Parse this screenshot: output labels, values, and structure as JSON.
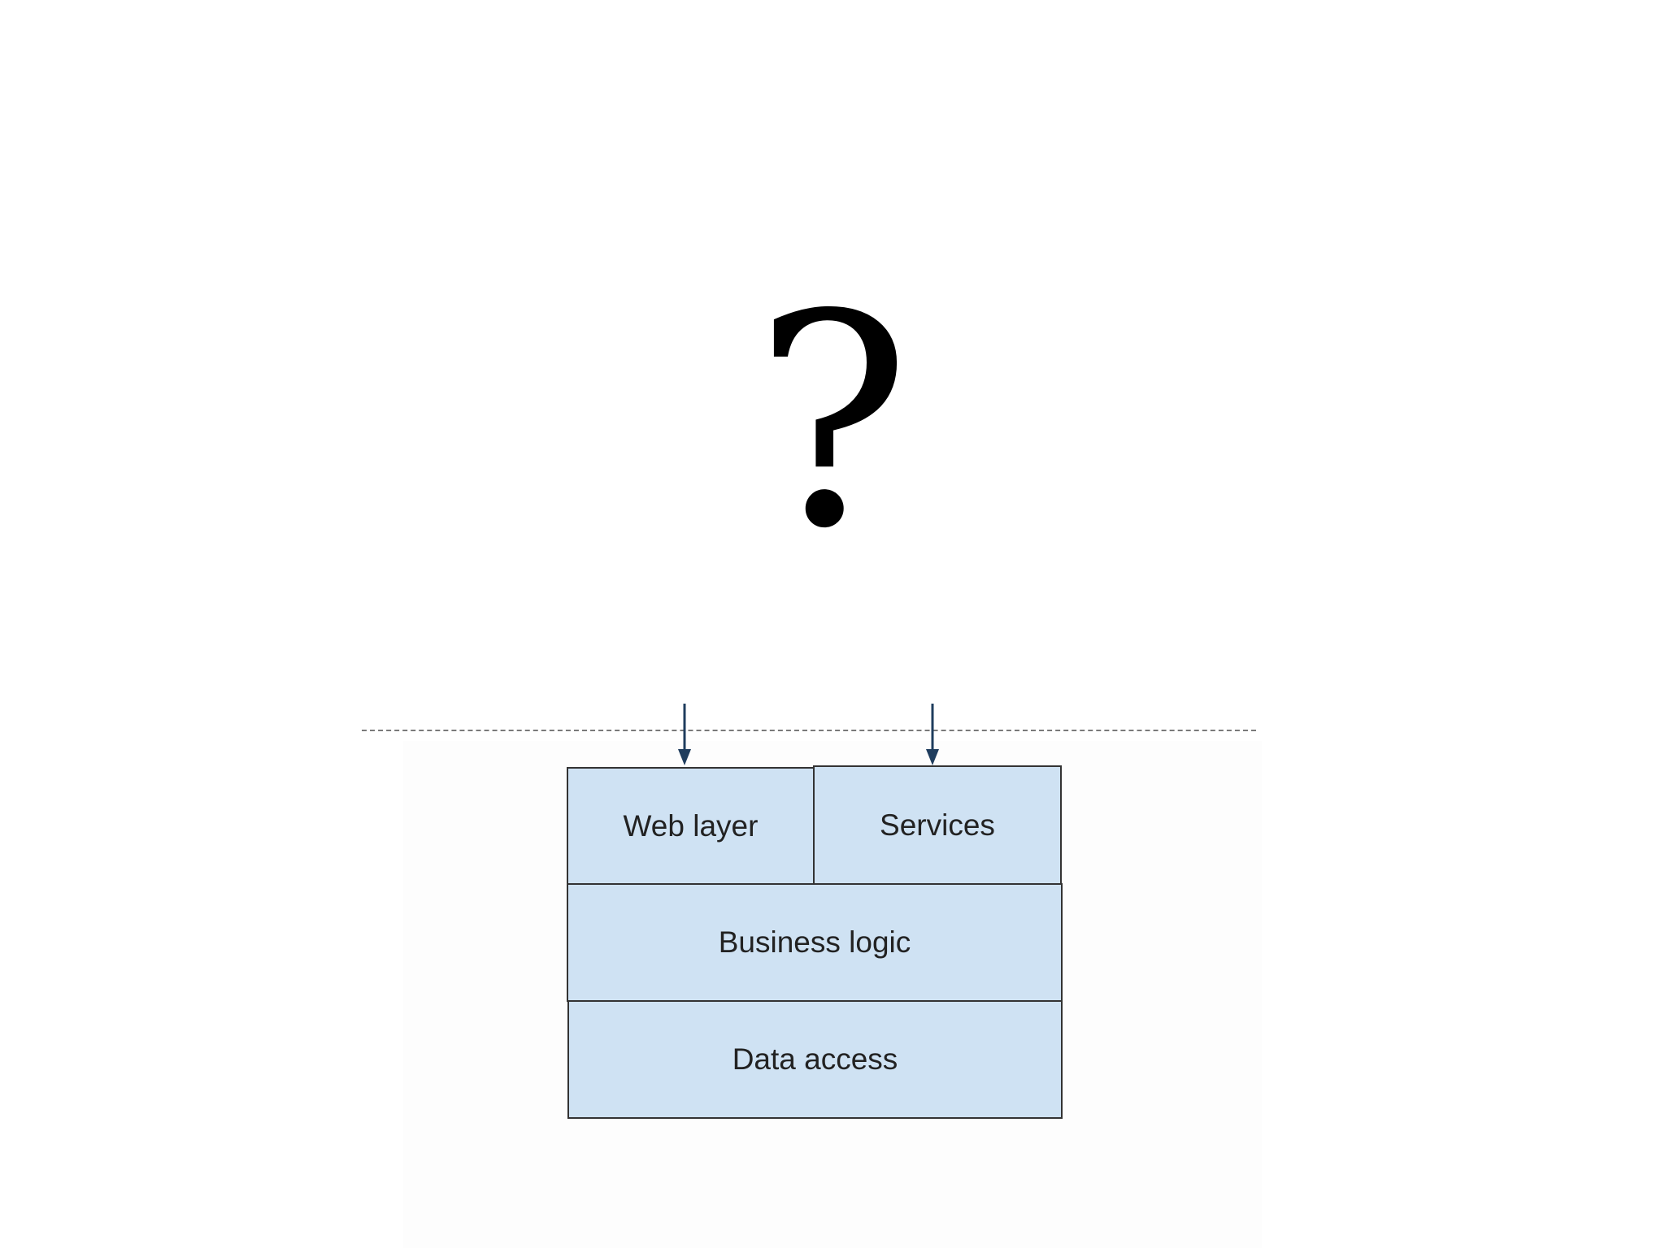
{
  "title": "?",
  "layers": {
    "web_layer": "Web layer",
    "services": "Services",
    "business_logic": "Business logic",
    "data_access": "Data access"
  },
  "colors": {
    "box_fill": "#cfe2f3",
    "box_border": "#333333",
    "arrow": "#1f3d5e",
    "dashed_line": "#7a7a7a"
  },
  "icons": [
    "down-arrow-icon",
    "down-arrow-icon"
  ]
}
